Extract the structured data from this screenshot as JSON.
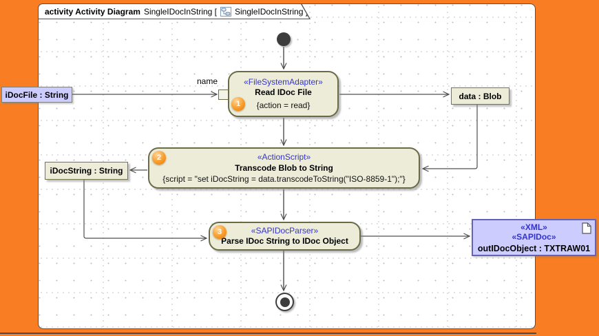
{
  "frame": {
    "keyword": "activity Activity Diagram",
    "name": "SingleIDocInString [",
    "ref": "SingleIDocInString ]"
  },
  "nodes": {
    "read": {
      "stereotype": "«FileSystemAdapter»",
      "name": "Read IDoc File",
      "property": "{action = read}",
      "badge": "1"
    },
    "transcode": {
      "stereotype": "«ActionScript»",
      "name": "Transcode Blob to String",
      "property": "{script = \"set iDocString = data.transcodeToString(\"ISO-8859-1\");\"}",
      "badge": "2"
    },
    "parse": {
      "stereotype": "«SAPIDocParser»",
      "name": "Parse IDoc String to IDoc Object",
      "badge": "3"
    }
  },
  "objects": {
    "idocfile": {
      "label": "iDocFile : String"
    },
    "datablob": {
      "label": "data : Blob"
    },
    "idocstring": {
      "label": "iDocString : String"
    },
    "outidoc": {
      "stereotype_xml": "«XML»",
      "stereotype_sapidoc": "«SAPIDoc»",
      "label": "outIDocObject : TXTRAW01"
    }
  },
  "labels": {
    "pin_name": "name"
  },
  "colors": {
    "orange": "#f97e23",
    "node-fill": "#ececd8",
    "node-border": "#6a6a45",
    "lavender": "#ccccff",
    "stereo-blue": "#3333cc",
    "connector": "#4d4d4d",
    "canvas-border": "#4f4f4f"
  }
}
